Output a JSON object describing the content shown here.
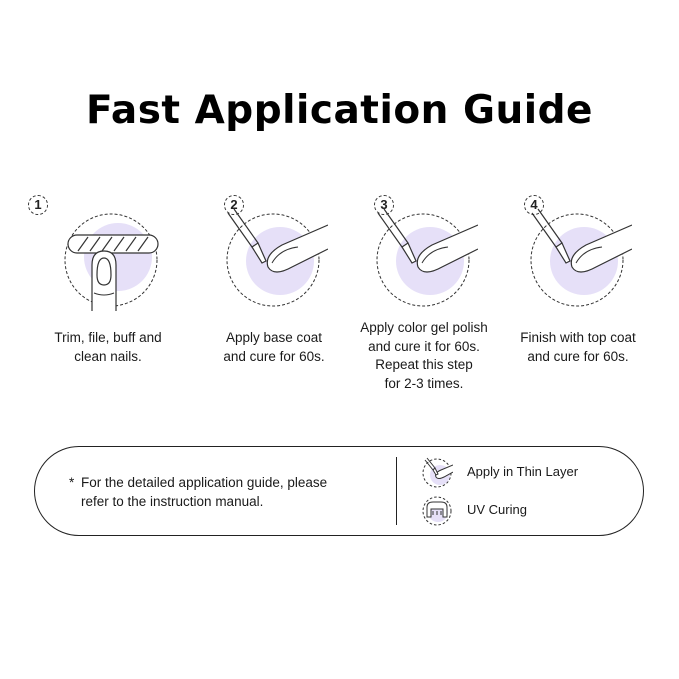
{
  "title": "Fast Application Guide",
  "steps": [
    {
      "number": "1",
      "caption": [
        "Trim, file, buff and",
        "clean nails."
      ]
    },
    {
      "number": "2",
      "caption": [
        "Apply base coat",
        "and cure for 60s."
      ]
    },
    {
      "number": "3",
      "caption": [
        "Apply color gel polish",
        "and cure it for 60s.",
        "Repeat this step",
        "for 2-3 times."
      ]
    },
    {
      "number": "4",
      "caption": [
        "Finish with top coat",
        "and cure for 60s."
      ]
    }
  ],
  "note": {
    "star": "*",
    "lines": [
      "For the detailed application guide, please",
      "refer to the instruction manual."
    ]
  },
  "legend": [
    {
      "label": "Apply in Thin Layer",
      "icon": "thin-layer-brush-icon"
    },
    {
      "label": "UV Curing",
      "icon": "uv-lamp-icon"
    }
  ],
  "colors": {
    "accent": "#e6e0f8",
    "line": "#222222"
  }
}
